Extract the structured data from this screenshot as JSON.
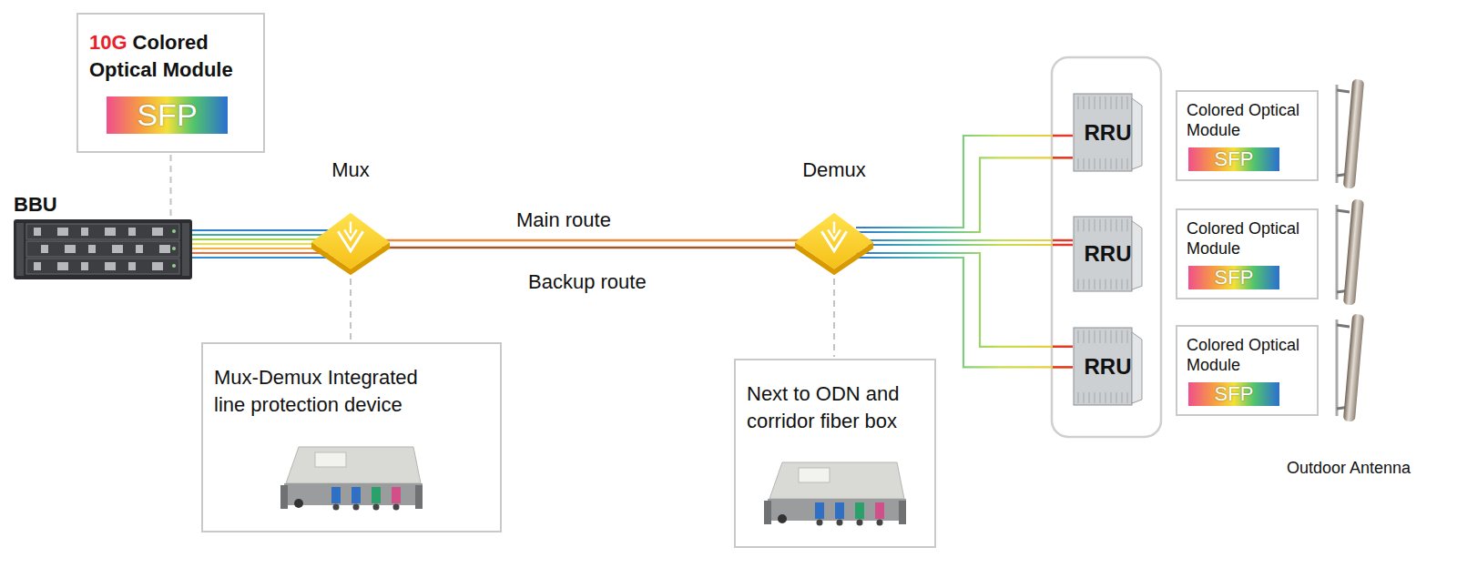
{
  "diagram": {
    "nodes": [
      {
        "text": [
          "10G",
          "Colored Optical Module",
          "SFP"
        ]
      },
      {
        "text": [
          "BBU"
        ]
      },
      {
        "text": [
          "Mux"
        ]
      },
      {
        "text": [
          "Demux"
        ]
      },
      {
        "text": [
          "RRU"
        ]
      },
      {
        "text": [
          "RRU"
        ]
      },
      {
        "text": [
          "RRU"
        ]
      },
      {
        "text": [
          "Colored Optical Module",
          "SFP"
        ]
      },
      {
        "text": [
          "Colored Optical Module",
          "SFP"
        ]
      },
      {
        "text": [
          "Colored Optical Module",
          "SFP"
        ]
      },
      {
        "text": [
          "Mux-Demux Integrated line protection device"
        ]
      },
      {
        "text": [
          "Next to ODN and corridor fiber box"
        ]
      }
    ],
    "edges": [
      {
        "from": 0,
        "to": 1,
        "arrow": "none"
      },
      {
        "from": 1,
        "to": 2,
        "arrow": "none"
      },
      {
        "from": 2,
        "to": 3,
        "label": "Main route",
        "arrow": "none"
      },
      {
        "from": 2,
        "to": 3,
        "label": "Backup route",
        "arrow": "none"
      },
      {
        "from": 3,
        "to": 4,
        "arrow": "none"
      },
      {
        "from": 3,
        "to": 5,
        "arrow": "none"
      },
      {
        "from": 3,
        "to": 6,
        "arrow": "none"
      },
      {
        "from": 2,
        "to": 10,
        "arrow": "none"
      },
      {
        "from": 3,
        "to": 11,
        "arrow": "none"
      }
    ],
    "labels": [
      "Outdoor Antenna"
    ]
  }
}
